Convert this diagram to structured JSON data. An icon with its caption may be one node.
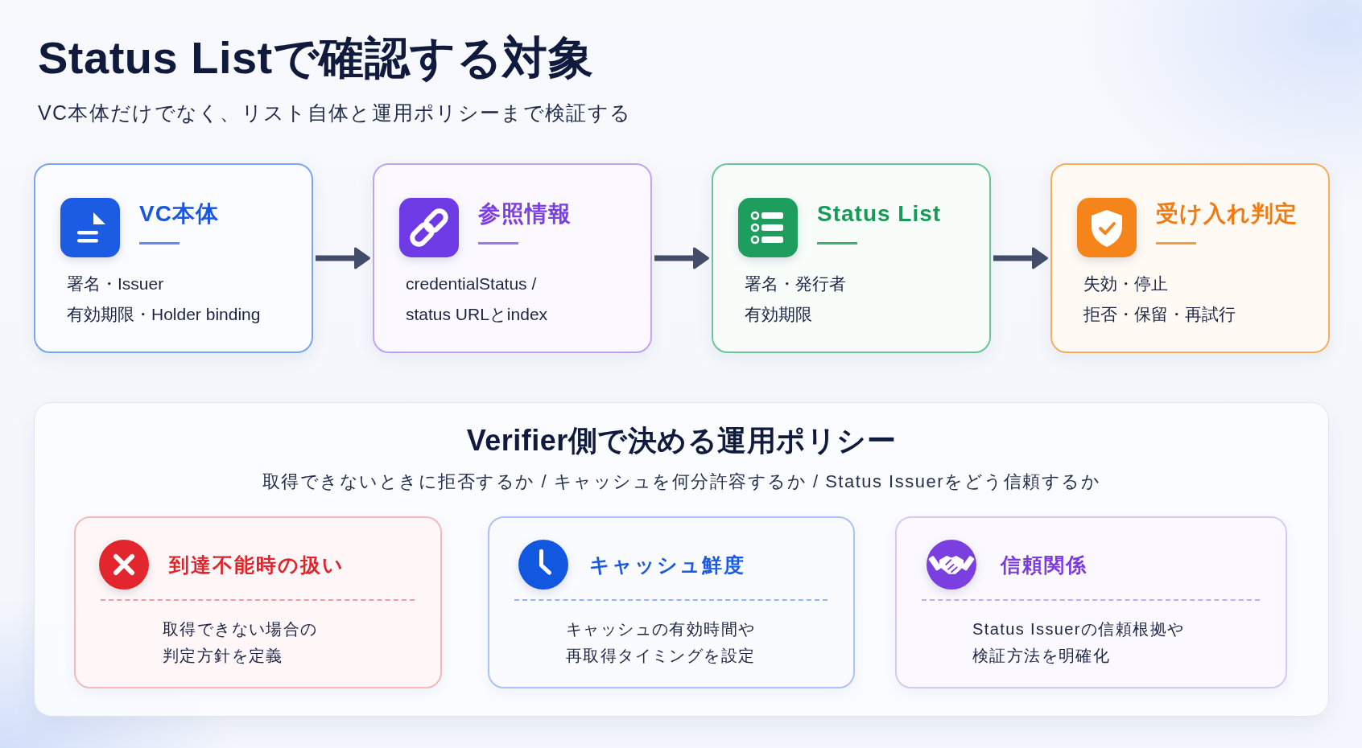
{
  "diagram": {
    "title": "Status Listで確認する対象",
    "nodes": [
      {
        "text": [
          "VC本体",
          "署名・Issuer",
          "有効期限・Holder binding"
        ]
      },
      {
        "text": [
          "参照情報",
          "credentialStatus / status URLとindex"
        ]
      },
      {
        "text": [
          "Status List",
          "署名・発行者",
          "有効期限"
        ]
      },
      {
        "text": [
          "受け入れ判定",
          "失効・停止",
          "拒否・保留・再試行"
        ]
      },
      {
        "text": [
          "Verifier側で決める運用ポリシー",
          "取得できないときに拒否するか / キャッシュを何分許容するか / Status Issuerをどう信頼するか"
        ]
      },
      {
        "text": [
          "到達不能時の扱い",
          "取得できない場合の判定方針を定義"
        ],
        "in": 4
      },
      {
        "text": [
          "キャッシュ鮮度",
          "キャッシュの有効時間や再取得タイミングを設定"
        ],
        "in": 4
      },
      {
        "text": [
          "信頼関係",
          "Status Issuerの信頼根拠や検証方法を明確化"
        ],
        "in": 4
      }
    ],
    "edges": [
      {
        "from": 0,
        "to": 1,
        "arrow": "to"
      },
      {
        "from": 1,
        "to": 2,
        "arrow": "to"
      },
      {
        "from": 2,
        "to": 3,
        "arrow": "to"
      }
    ],
    "labels": [
      "VC本体だけでなく、リスト自体と運用ポリシーまで検証する"
    ]
  }
}
